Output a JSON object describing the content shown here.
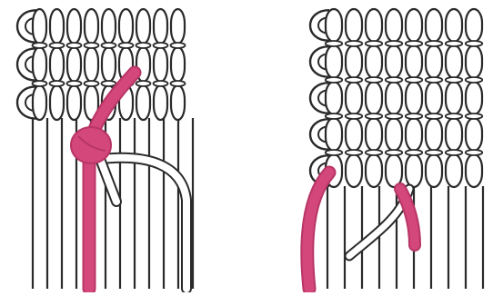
{
  "corner_text": "",
  "colors": {
    "background": "#ffffff",
    "cord_stroke": "#2a2a2a",
    "cord_fill": "#ffffff",
    "accent_cord": "#d3477a",
    "accent_cord_dark": "#b83566"
  },
  "panels": [
    {
      "name": "left-illustration",
      "rows": 3,
      "columns": 9,
      "hanging_cords": 12,
      "accent_cord": {
        "shown": true,
        "knot_shown": true
      },
      "white_working_cord": {
        "shown": true
      }
    },
    {
      "name": "right-illustration",
      "rows": 5,
      "columns": 8,
      "hanging_cords": 10,
      "accent_cord": {
        "shown": true,
        "tail_visible": true
      },
      "white_working_cord": {
        "shown": true
      }
    }
  ]
}
